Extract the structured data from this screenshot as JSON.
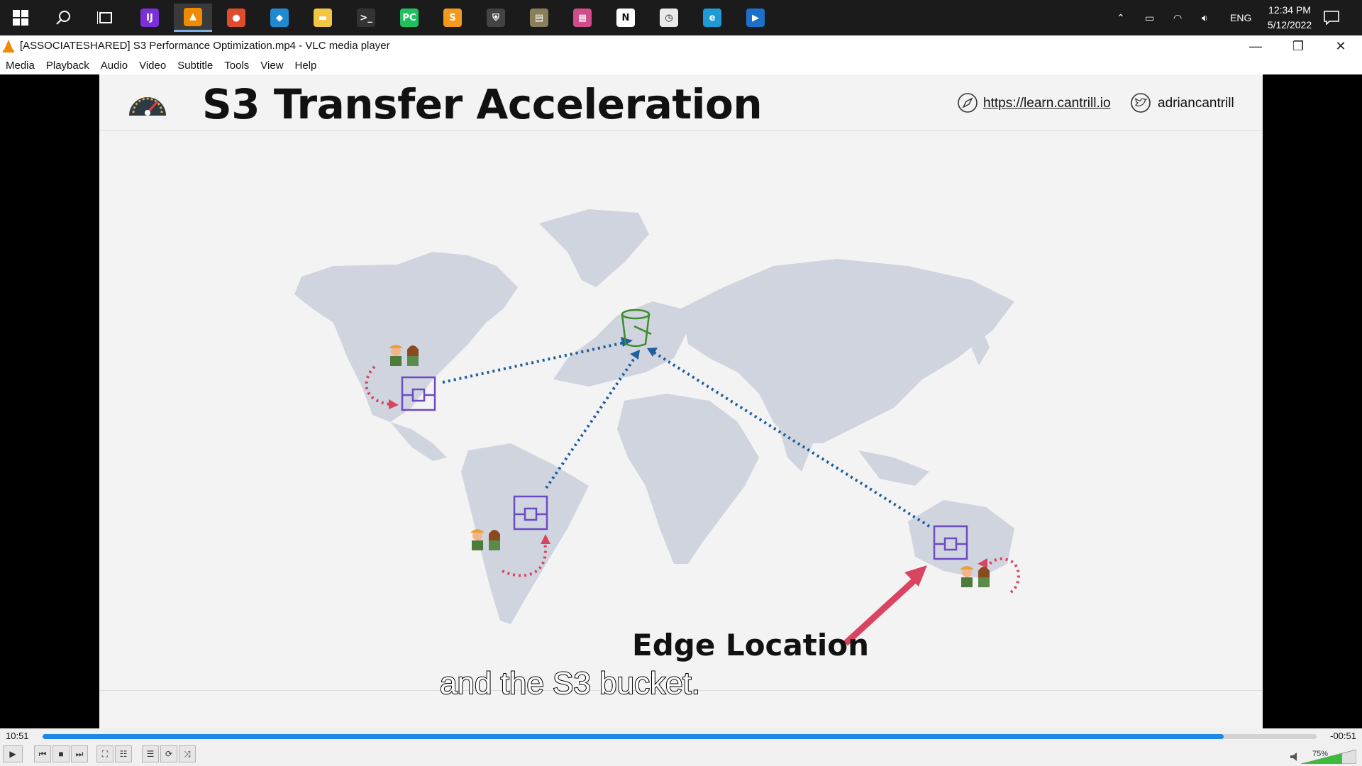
{
  "taskbar": {
    "apps": [
      {
        "name": "intellij-icon",
        "glyph": "IJ",
        "color": "#7b2fd6"
      },
      {
        "name": "vlc-icon",
        "glyph": "▲",
        "color": "#f08a00",
        "active": true
      },
      {
        "name": "chrome-icon",
        "glyph": "●",
        "color": "#e04b2c"
      },
      {
        "name": "vscode-icon",
        "glyph": "◆",
        "color": "#1f8ad2"
      },
      {
        "name": "file-explorer-icon",
        "glyph": "▬",
        "color": "#f2c744"
      },
      {
        "name": "terminal-icon",
        "glyph": ">_",
        "color": "#333"
      },
      {
        "name": "pycharm-icon",
        "glyph": "PC",
        "color": "#20c060"
      },
      {
        "name": "sublime-icon",
        "glyph": "S",
        "color": "#f39a1e"
      },
      {
        "name": "security-icon",
        "glyph": "⛨",
        "color": "#444"
      },
      {
        "name": "app-book-icon",
        "glyph": "▤",
        "color": "#8a7f5a"
      },
      {
        "name": "app-grid-icon",
        "glyph": "▦",
        "color": "#d04c8a"
      },
      {
        "name": "notion-icon",
        "glyph": "N",
        "color": "#fff"
      },
      {
        "name": "clock-app-icon",
        "glyph": "◷",
        "color": "#e9e9e9"
      },
      {
        "name": "edge-icon",
        "glyph": "e",
        "color": "#1e9ad6"
      },
      {
        "name": "media-app-icon",
        "glyph": "▶",
        "color": "#1d70c8"
      }
    ],
    "language": "ENG",
    "time": "12:34 PM",
    "date": "5/12/2022"
  },
  "window": {
    "title": "[ASSOCIATESHARED] S3 Performance Optimization.mp4 - VLC media player"
  },
  "menu": [
    "Media",
    "Playback",
    "Audio",
    "Video",
    "Subtitle",
    "Tools",
    "View",
    "Help"
  ],
  "slide": {
    "title": "S3 Transfer Acceleration",
    "link": "https://learn.cantrill.io",
    "handle": "adriancantrill",
    "edge_label": "Edge Location",
    "subtitle": "and the S3 bucket."
  },
  "player": {
    "elapsed": "10:51",
    "remaining": "-00:51",
    "progress": 0.927,
    "volume": "75%"
  }
}
